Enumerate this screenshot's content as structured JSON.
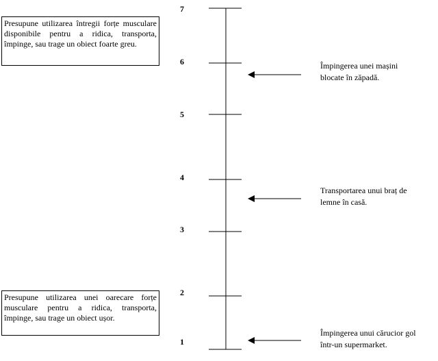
{
  "boxes": {
    "top": "Presupune utilizarea întregii forțe musculare disponibile pentru a ridica, transporta, împinge, sau trage un obiect foarte greu.",
    "bottom": "Presupune utilizarea unei oarecare forțe musculare pentru a ridica, transporta, împinge, sau trage un obiect ușor."
  },
  "scale": [
    "7",
    "6",
    "5",
    "4",
    "3",
    "2",
    "1"
  ],
  "examples": [
    {
      "line1": "Împingerea unei mașini",
      "line2": "blocate în zăpadă."
    },
    {
      "line1": "Transportarea unui braț de",
      "line2": "lemne în casă."
    },
    {
      "line1": "Împingerea unui cărucior gol",
      "line2": "într-un supermarket."
    }
  ]
}
